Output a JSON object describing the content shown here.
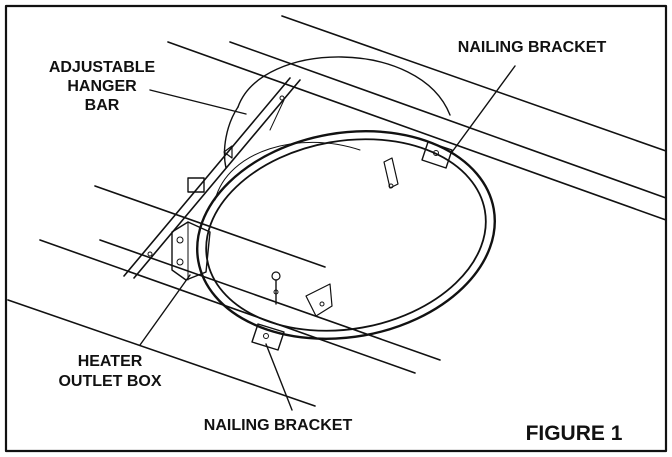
{
  "diagram": {
    "labels": {
      "hanger_line1": "ADJUSTABLE",
      "hanger_line2": "HANGER",
      "hanger_line3": "BAR",
      "nailing_top": "NAILING BRACKET",
      "outlet_line1": "HEATER",
      "outlet_line2": "OUTLET BOX",
      "nailing_bottom": "NAILING BRACKET",
      "figure": "FIGURE 1"
    },
    "colors": {
      "ink": "#111111",
      "paper": "#ffffff"
    }
  }
}
